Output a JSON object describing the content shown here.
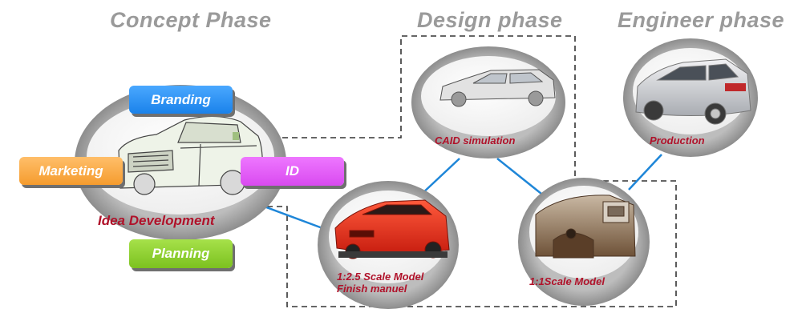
{
  "phases": {
    "concept": "Concept Phase",
    "design": "Design phase",
    "engineer": "Engineer phase"
  },
  "tags": {
    "branding": "Branding",
    "marketing": "Marketing",
    "id": "ID",
    "planning": "Planning"
  },
  "nodes": {
    "idea_development": "Idea Development",
    "caid_simulation": "CAID simulation",
    "production": "Production",
    "scale_model_line1": "1:2.5 Scale Model",
    "scale_model_line2": "Finish manuel",
    "full_scale_model": "1:1Scale Model"
  },
  "colors": {
    "phase_title": "#9a9a9a",
    "node_label": "#b0122a",
    "connector": "#1e86d8",
    "branding": "#1a82ea",
    "marketing": "#f59c2e",
    "id": "#d94af0",
    "planning": "#7cc11f"
  }
}
